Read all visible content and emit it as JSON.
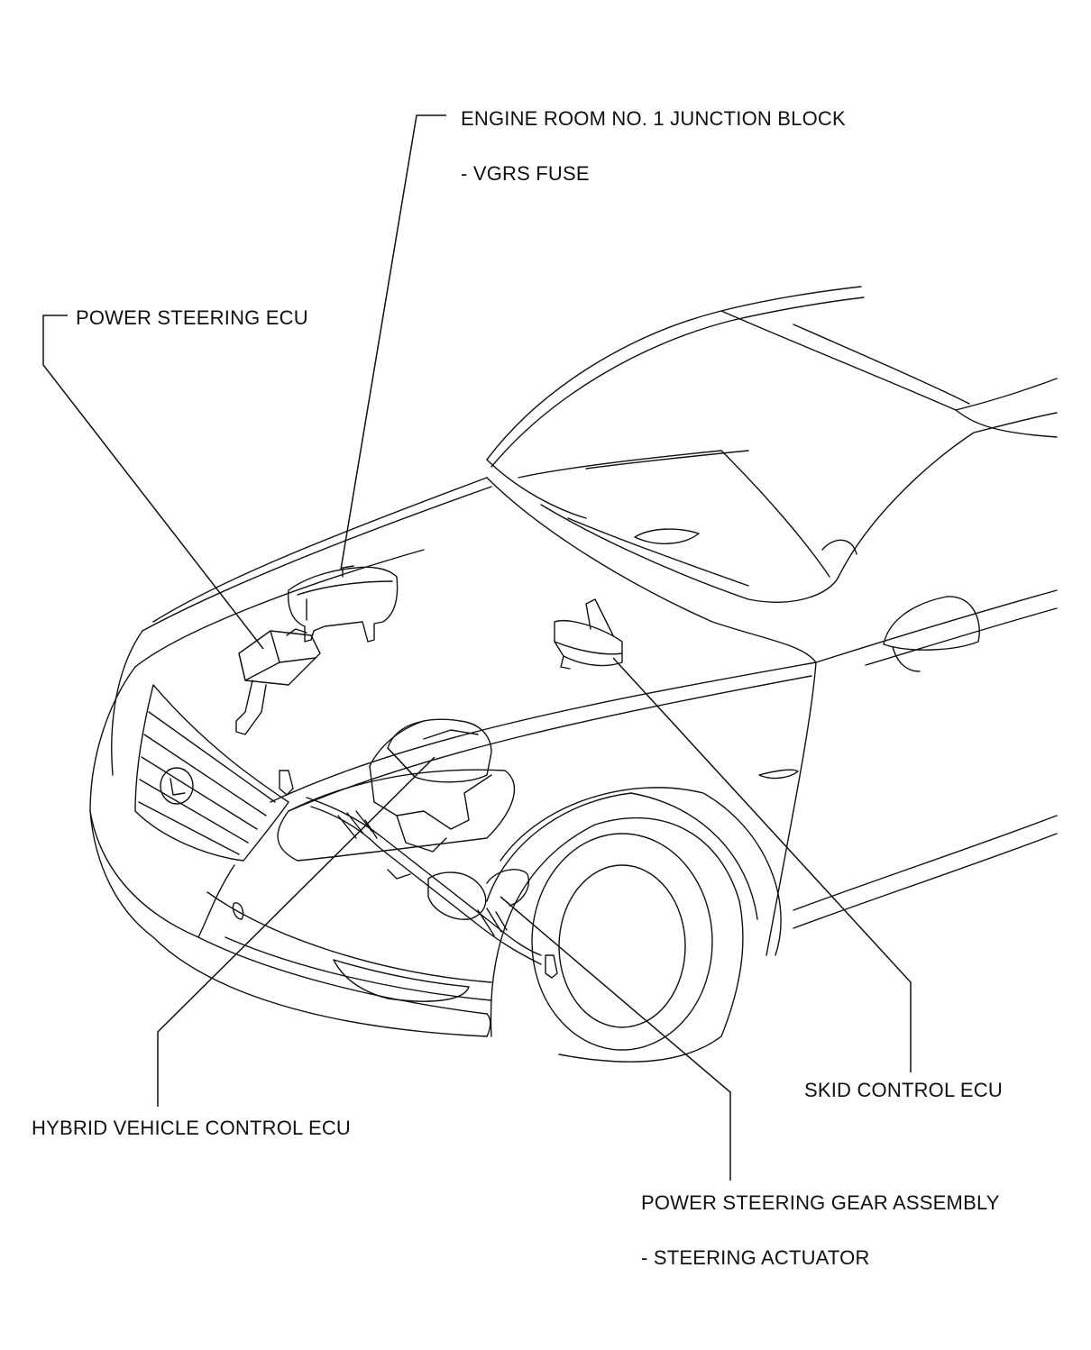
{
  "colors": {
    "line": "#111111",
    "background": "#ffffff"
  },
  "callouts": {
    "junction_block": {
      "label": "ENGINE ROOM NO. 1 JUNCTION BLOCK",
      "sub": "- VGRS FUSE"
    },
    "power_steering_ecu": {
      "label": "POWER STEERING ECU"
    },
    "skid_control_ecu": {
      "label": "SKID CONTROL ECU"
    },
    "hybrid_vehicle_control_ecu": {
      "label": "HYBRID VEHICLE CONTROL ECU"
    },
    "steering_gear_assembly": {
      "label": "POWER STEERING GEAR ASSEMBLY",
      "sub": "- STEERING ACTUATOR"
    }
  }
}
